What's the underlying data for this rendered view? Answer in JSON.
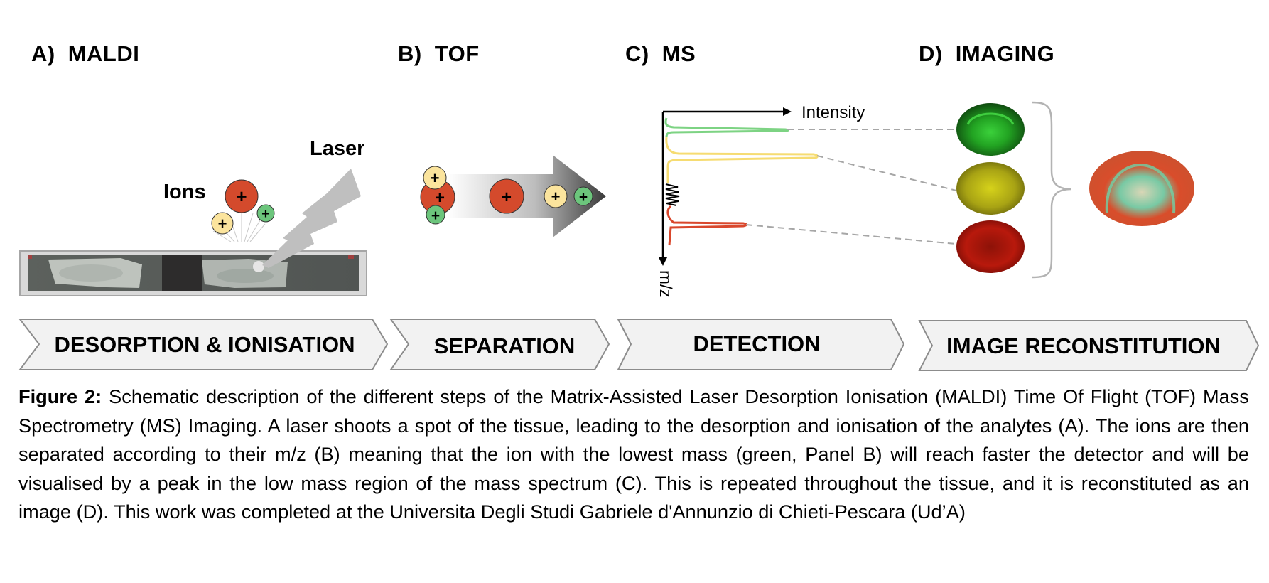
{
  "panels": [
    {
      "letter": "A)",
      "title": "MALDI"
    },
    {
      "letter": "B)",
      "title": "TOF"
    },
    {
      "letter": "C)",
      "title": "MS"
    },
    {
      "letter": "D)",
      "title": "IMAGING"
    }
  ],
  "maldi": {
    "laser_label": "Laser",
    "ions_label": "Ions",
    "ion_sign": "+"
  },
  "tof": {
    "ion_sign": "+"
  },
  "ms": {
    "x_axis_label": "Intensity",
    "y_axis_label": "m/z"
  },
  "steps": [
    {
      "label": "DESORPTION & IONISATION"
    },
    {
      "label": "SEPARATION"
    },
    {
      "label": "DETECTION"
    },
    {
      "label": "IMAGE RECONSTITUTION"
    }
  ],
  "colors": {
    "ion_red": "#d44a2c",
    "ion_yellow": "#fbe49d",
    "ion_green": "#6cc57c",
    "peak_green": "#7dd383",
    "peak_yellow": "#f6dc72",
    "peak_red": "#d9472c",
    "step_fill": "#f2f2f2",
    "step_stroke": "#8c8c8c",
    "laser": "#bfbfbf",
    "dash": "#a6a6a6"
  },
  "caption": {
    "label": "Figure 2:",
    "text": " Schematic description of the different steps of the Matrix-Assisted Laser Desorption Ionisation (MALDI) Time Of Flight (TOF) Mass Spectrometry (MS) Imaging. A laser shoots a spot of the tissue, leading to the desorption and ionisation of the analytes (A). The ions are then separated according to their m/z (B) meaning that the ion with the lowest mass (green, Panel B) will reach faster the detector and will be visualised by a peak in the low mass region of the mass spectrum (C). This is repeated throughout the tissue, and it is reconstituted as an image (D). This work was completed at the Universita Degli Studi Gabriele d'Annunzio di Chieti-Pescara (Ud’A)"
  }
}
